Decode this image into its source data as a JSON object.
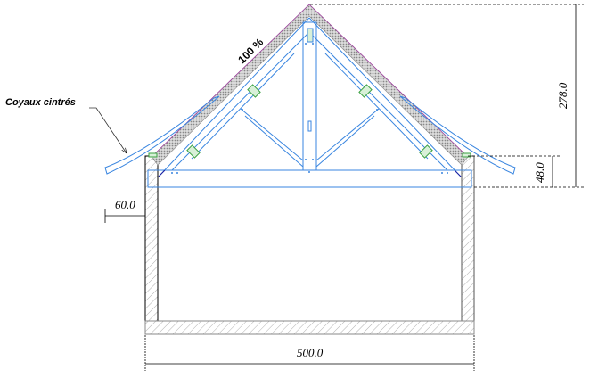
{
  "labels": {
    "slope": "100 %",
    "coyaux": "Coyaux cintrés"
  },
  "dimensions": {
    "total_height": "278.0",
    "eave_height": "48.0",
    "wall_thickness": "60.0",
    "width": "500.0"
  },
  "colors": {
    "timber": "#3a86e0",
    "wall": "#000000",
    "hatch": "#b0b0b0",
    "blocks": "#3aa040",
    "roof_line": "#a040a0"
  }
}
